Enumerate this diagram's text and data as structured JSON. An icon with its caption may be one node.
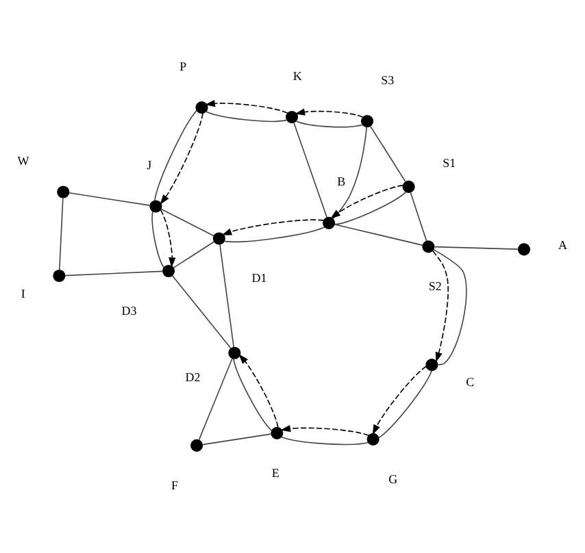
{
  "diagram": {
    "nodes": [
      {
        "text": [],
        "shape": "circle",
        "beside": [
          "F"
        ]
      },
      {
        "text": [],
        "shape": "circle",
        "beside": [
          "E"
        ]
      },
      {
        "text": [],
        "shape": "circle",
        "beside": [
          "D2"
        ]
      },
      {
        "text": [],
        "shape": "circle",
        "beside": [
          "G"
        ]
      },
      {
        "text": [],
        "shape": "circle",
        "beside": [
          "D3"
        ]
      },
      {
        "text": [],
        "shape": "circle",
        "beside": [
          "I"
        ]
      },
      {
        "text": [],
        "shape": "circle",
        "beside": [
          "C"
        ]
      },
      {
        "text": [],
        "shape": "circle",
        "beside": [
          "D1"
        ]
      },
      {
        "text": [],
        "shape": "circle",
        "beside": [
          "W"
        ]
      },
      {
        "text": [],
        "shape": "circle",
        "beside": [
          "J"
        ]
      },
      {
        "text": [],
        "shape": "circle",
        "beside": [
          "S2"
        ]
      },
      {
        "text": [],
        "shape": "circle",
        "beside": [
          "B"
        ]
      },
      {
        "text": [],
        "shape": "circle",
        "beside": [
          "K"
        ]
      },
      {
        "text": [],
        "shape": "circle",
        "beside": [
          "P"
        ]
      },
      {
        "text": [],
        "shape": "circle",
        "beside": [
          "A"
        ]
      },
      {
        "text": [],
        "shape": "circle",
        "beside": [
          "S1"
        ]
      },
      {
        "text": [],
        "shape": "circle",
        "beside": [
          "S3"
        ]
      }
    ],
    "edges": [
      {
        "from": 1,
        "to": 0,
        "arrow": "none"
      },
      {
        "from": 0,
        "to": 2,
        "arrow": "none"
      },
      {
        "from": 1,
        "to": 2,
        "arrow": "none"
      },
      {
        "from": 3,
        "to": 1,
        "arrow": "none"
      },
      {
        "from": 6,
        "to": 3,
        "arrow": "none"
      },
      {
        "from": 10,
        "to": 6,
        "arrow": "none"
      },
      {
        "from": 14,
        "to": 10,
        "arrow": "none"
      },
      {
        "from": 2,
        "to": 7,
        "arrow": "none"
      },
      {
        "from": 2,
        "to": 4,
        "arrow": "none"
      },
      {
        "from": 4,
        "to": 5,
        "arrow": "none"
      },
      {
        "from": 5,
        "to": 8,
        "arrow": "none"
      },
      {
        "from": 7,
        "to": 4,
        "arrow": "none"
      },
      {
        "from": 7,
        "to": 9,
        "arrow": "none"
      },
      {
        "from": 9,
        "to": 8,
        "arrow": "none"
      },
      {
        "from": 4,
        "to": 9,
        "arrow": "none"
      },
      {
        "from": 9,
        "to": 13,
        "arrow": "none"
      },
      {
        "from": 11,
        "to": 7,
        "arrow": "none"
      },
      {
        "from": 10,
        "to": 11,
        "arrow": "none"
      },
      {
        "from": 11,
        "to": 12,
        "arrow": "none"
      },
      {
        "from": 12,
        "to": 13,
        "arrow": "none"
      },
      {
        "from": 10,
        "to": 15,
        "arrow": "none"
      },
      {
        "from": 15,
        "to": 11,
        "arrow": "none"
      },
      {
        "from": 11,
        "to": 16,
        "arrow": "none"
      },
      {
        "from": 15,
        "to": 16,
        "arrow": "none"
      },
      {
        "from": 16,
        "to": 12,
        "arrow": "none"
      },
      {
        "from": 10,
        "to": 6,
        "arrow": "to",
        "style": "dashed"
      },
      {
        "from": 6,
        "to": 3,
        "arrow": "to",
        "style": "dashed"
      },
      {
        "from": 3,
        "to": 1,
        "arrow": "to",
        "style": "dashed"
      },
      {
        "from": 1,
        "to": 2,
        "arrow": "to",
        "style": "dashed"
      },
      {
        "from": 15,
        "to": 11,
        "arrow": "to",
        "style": "dashed"
      },
      {
        "from": 11,
        "to": 7,
        "arrow": "to",
        "style": "dashed"
      },
      {
        "from": 16,
        "to": 12,
        "arrow": "to",
        "style": "dashed"
      },
      {
        "from": 12,
        "to": 13,
        "arrow": "to",
        "style": "dashed"
      },
      {
        "from": 13,
        "to": 9,
        "arrow": "to",
        "style": "dashed"
      },
      {
        "from": 9,
        "to": 4,
        "arrow": "to",
        "style": "dashed"
      }
    ]
  }
}
